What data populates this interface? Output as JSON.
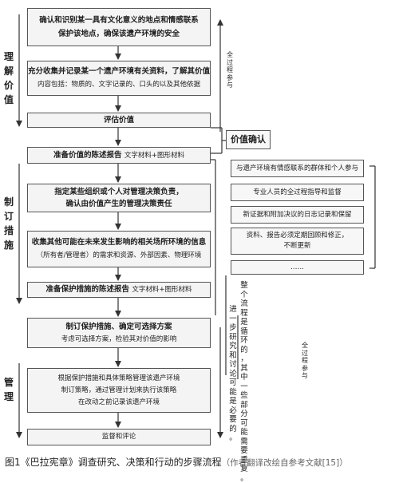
{
  "flow": [
    {
      "line1": "确认和识别某一具有文化意义的地点和情感联系",
      "line2": "保护该地点，确保该遗产环境的安全"
    },
    {
      "line1": "充分收集并记录某一个遗产环境有关资料，了解其价值",
      "line2": "内容包括：物质的、文字记录的、口头的以及其他依据"
    },
    {
      "line1": "评估价值"
    },
    {
      "line1": "准备价值的陈述报告",
      "note": "文字材料+图形材料"
    },
    {
      "line1": "指定某些组织或个人对管理决策负责，",
      "line2": "确认由价值产生的管理决策责任"
    },
    {
      "line1": "收集其他可能在未来发生影响的相关场所环境的信息",
      "line2": "（所有者/管理者）的需求和资源、外部因素、物理环境"
    },
    {
      "line1": "准备保护措施的陈述报告",
      "note": "文字材料+图形材料"
    },
    {
      "line1": "制订保护措施、确定可选择方案",
      "line2": "考虑可选择方案，检验其对价值的影响"
    },
    {
      "lines": [
        "根据保护措施和具体策略管理该遗产环境",
        "制订策略，通过管理计划来执行该策略",
        "在改动之前记录该遗产环境"
      ]
    },
    {
      "line1": "监督和评论"
    }
  ],
  "side_labels": {
    "understand": [
      "理",
      "解",
      "价",
      "值"
    ],
    "formulate": [
      "制",
      "订",
      "措",
      "施"
    ],
    "manage": [
      "管",
      "理"
    ]
  },
  "value_confirm": "价值确认",
  "participation_top": [
    "全",
    "过",
    "程",
    "参",
    "与"
  ],
  "participation_bottom": [
    "全",
    "过",
    "程",
    "参",
    "与"
  ],
  "right_boxes": [
    [
      "与遗产环境有情感联系的群体和个人参与"
    ],
    [
      "专业人员的全过程指导和监督"
    ],
    [
      "新证据和附加决议的日志记录和保留"
    ],
    [
      "资料、报告必须定期回顾和修正，",
      "不断更新"
    ],
    [
      "……"
    ]
  ],
  "cycle_note_col1": [
    "整",
    "个",
    "流",
    "程",
    "是",
    "循",
    "环",
    "的",
    "，",
    "其",
    "中",
    "一",
    "些",
    "部",
    "分",
    "可",
    "能",
    "需",
    "要",
    "重",
    "复",
    "。"
  ],
  "cycle_note_col2": [
    "进",
    "一",
    "步",
    "研",
    "究",
    "和",
    "讨",
    "论",
    "可",
    "能",
    "是",
    "必",
    "要",
    "的",
    "。"
  ],
  "caption": {
    "main": "图1《巴拉宪章》调查研究、决策和行动的步骤流程",
    "sub": "（作者翻译改绘自参考文献[15]）"
  },
  "colors": {
    "box_fill": "#f4f4f4",
    "line": "#333333",
    "border": "#555555"
  }
}
